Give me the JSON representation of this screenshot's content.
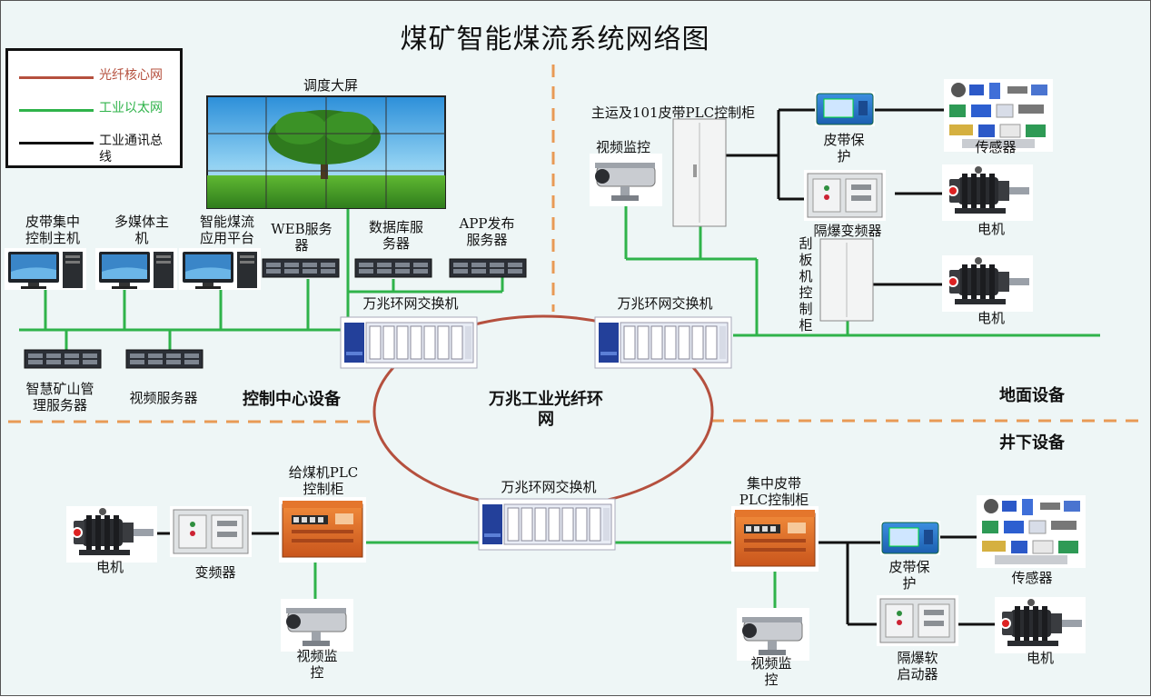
{
  "title": "煤矿智能煤流系统网络图",
  "legend": {
    "items": [
      {
        "label": "光纤核心网",
        "color": "#b5503e"
      },
      {
        "label": "工业以太网",
        "color": "#2fb34a"
      },
      {
        "label": "工业通讯总\n线",
        "color": "#111111"
      }
    ]
  },
  "colors": {
    "fiber": "#b5503e",
    "ethernet": "#2fb34a",
    "bus": "#111111",
    "divider": "#e89a55"
  },
  "sections": {
    "control_center": "控制中心设备",
    "surface": "地面设备",
    "underground": "井下设备",
    "ring": "万兆工业光纤环\n网"
  },
  "control": {
    "screen": "调度大屏",
    "pc1": "皮带集中\n控制主机",
    "pc2": "多媒体主\n机",
    "pc3": "智能煤流\n应用平台",
    "web": "WEB服务\n器",
    "db": "数据库服\n务器",
    "app": "APP发布\n服务器",
    "srv_mine": "智慧矿山管\n理服务器",
    "srv_video": "视频服务器",
    "switch": "万兆环网交换机"
  },
  "surface": {
    "cabinet": "主运及101皮带PLC控制柜",
    "video": "视频监控",
    "belt_protect": "皮带保\n护",
    "sensor": "传感器",
    "vfd": "隔爆变频器",
    "motor1": "电机",
    "scraper": "刮\n板\n机\n控\n制\n柜",
    "motor2": "电机",
    "switch": "万兆环网交换机"
  },
  "underground": {
    "switch": "万兆环网交换机",
    "feeder_plc": "给煤机PLC\n控制柜",
    "motor": "电机",
    "vfd": "变频器",
    "video_left": "视频监\n控",
    "central_plc": "集中皮带\nPLC控制柜",
    "video_right": "视频监\n控",
    "belt_protect": "皮带保\n护",
    "sensor": "传感器",
    "soft_starter": "隔爆软\n启动器",
    "motor_right": "电机"
  }
}
